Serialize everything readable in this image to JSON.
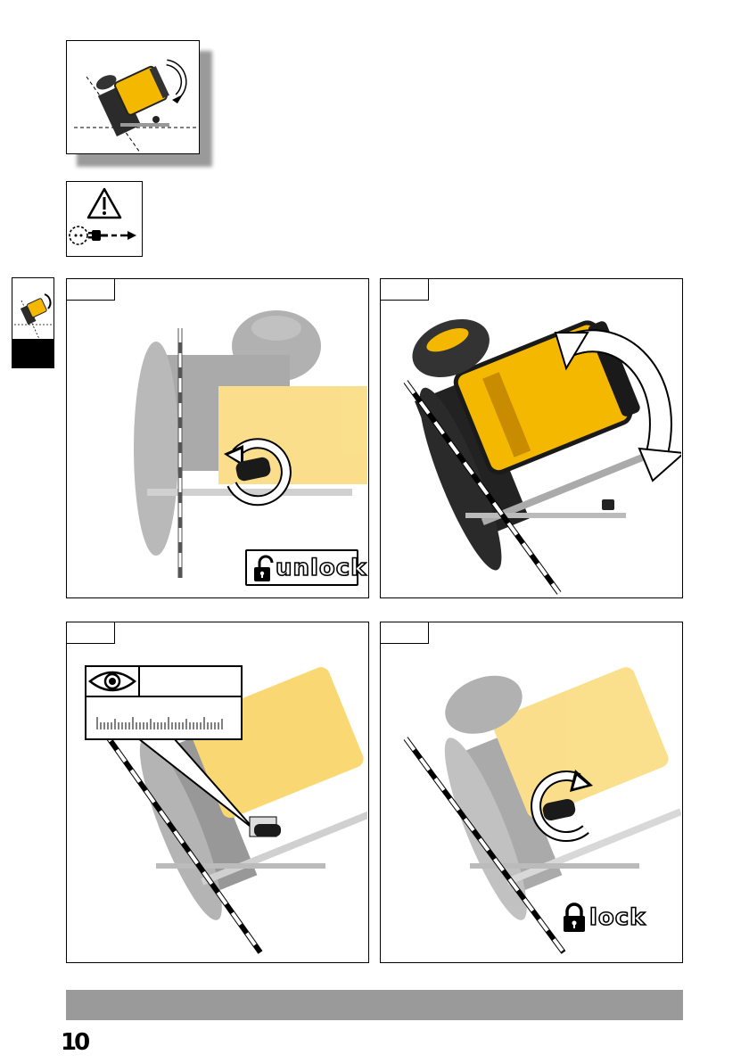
{
  "page": {
    "number": "10"
  },
  "labels": {
    "unlock": "unlock",
    "lock": "lock"
  },
  "colors": {
    "accent": "#f5b800",
    "accent_dark": "#c98b00",
    "body": "#2b2b2b",
    "footer_bar": "#9a9a9a"
  },
  "icons": {
    "warning": "warning-triangle-icon",
    "unplug": "unplug-icon",
    "eye": "eye-icon",
    "lock": "padlock-closed-icon",
    "unlock": "padlock-open-icon"
  }
}
